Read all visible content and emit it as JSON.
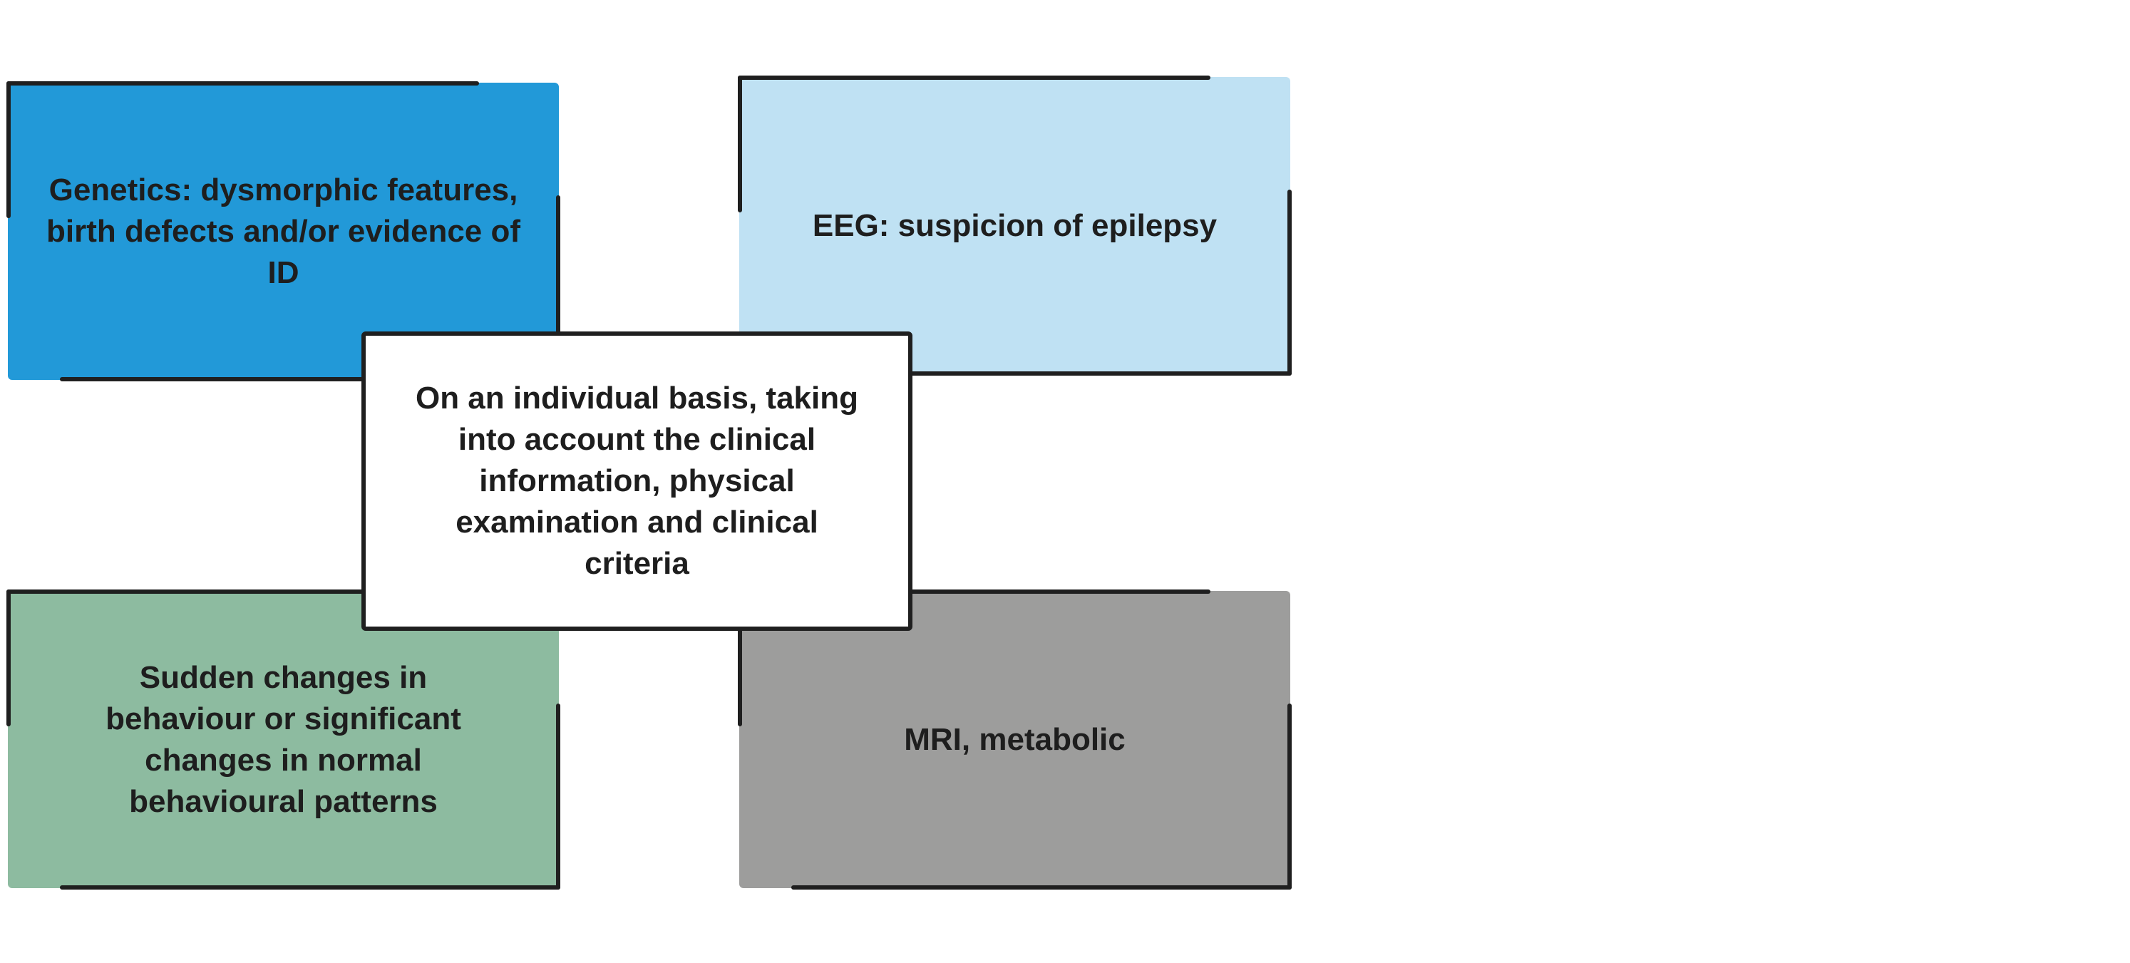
{
  "diagram": {
    "center": {
      "text": "On an individual basis, taking into account the clinical information, physical examination and clinical criteria"
    },
    "boxes": {
      "genetics": {
        "text": "Genetics: dysmorphic features, birth defects and/or evidence of ID",
        "color": "#2299d8"
      },
      "eeg": {
        "text": "EEG: suspicion of epilepsy",
        "color": "#bfe1f3"
      },
      "behaviour": {
        "text": "Sudden changes in behaviour or significant changes in normal behavioural patterns",
        "color": "#8dbba0"
      },
      "mri": {
        "text": "MRI, metabolic",
        "color": "#9d9d9c"
      }
    },
    "frame_color": "#1f1f1f"
  }
}
